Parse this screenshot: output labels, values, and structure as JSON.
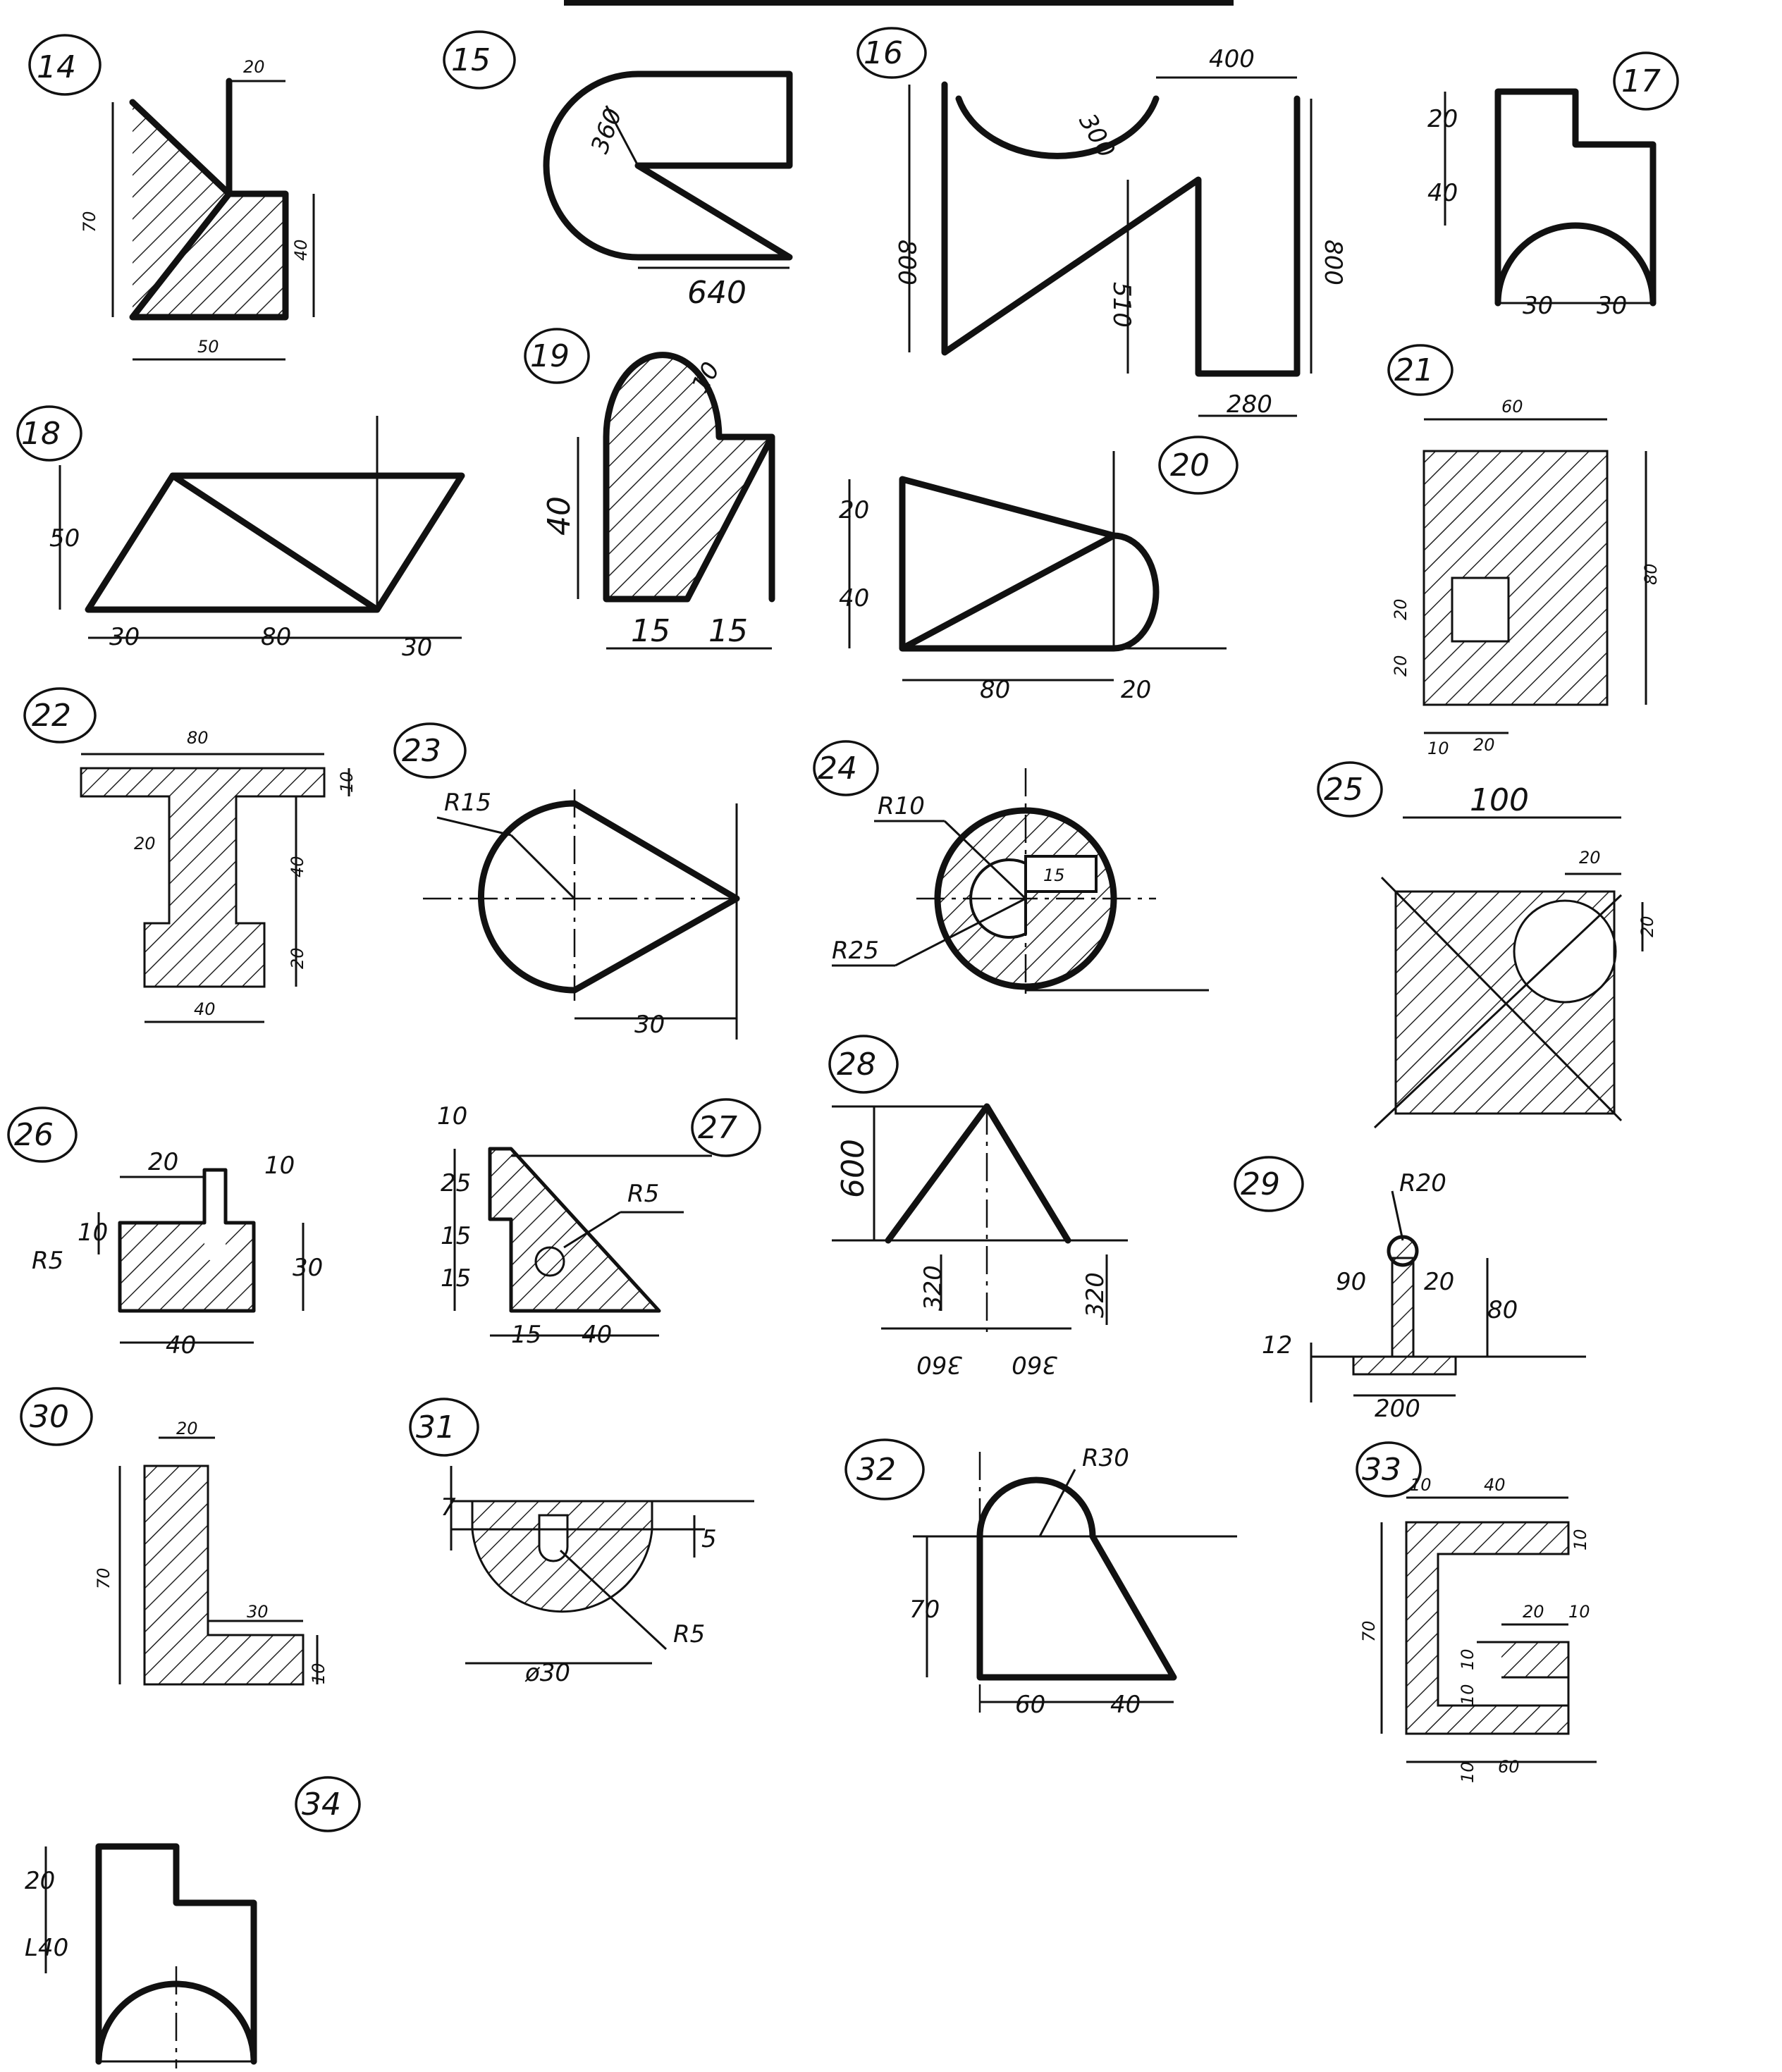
{
  "problems": [
    {
      "id": "14",
      "dims": [
        "20",
        "70",
        "40",
        "50"
      ]
    },
    {
      "id": "15",
      "dims": [
        "360",
        "640"
      ]
    },
    {
      "id": "16",
      "dims": [
        "400",
        "300",
        "800",
        "510",
        "800",
        "280"
      ]
    },
    {
      "id": "17",
      "dims": [
        "20",
        "40",
        "30",
        "30"
      ]
    },
    {
      "id": "18",
      "dims": [
        "50",
        "30",
        "80",
        "30"
      ]
    },
    {
      "id": "19",
      "dims": [
        "10",
        "40",
        "15",
        "15"
      ]
    },
    {
      "id": "20",
      "dims": [
        "20",
        "40",
        "80",
        "20"
      ]
    },
    {
      "id": "21",
      "dims": [
        "60",
        "80",
        "20",
        "20",
        "10",
        "20"
      ]
    },
    {
      "id": "22",
      "dims": [
        "80",
        "10",
        "20",
        "40",
        "20",
        "40"
      ]
    },
    {
      "id": "23",
      "dims": [
        "R15",
        "30"
      ]
    },
    {
      "id": "24",
      "dims": [
        "R10",
        "15",
        "R25"
      ]
    },
    {
      "id": "25",
      "dims": [
        "100",
        "20",
        "20"
      ]
    },
    {
      "id": "26",
      "dims": [
        "20",
        "10",
        "10",
        "R5",
        "30",
        "40"
      ]
    },
    {
      "id": "27",
      "dims": [
        "10",
        "25",
        "R5",
        "15",
        "15",
        "15",
        "40"
      ]
    },
    {
      "id": "28",
      "dims": [
        "600",
        "320",
        "320",
        "360",
        "360"
      ]
    },
    {
      "id": "29",
      "dims": [
        "R20",
        "90",
        "20",
        "80",
        "12",
        "200"
      ]
    },
    {
      "id": "30",
      "dims": [
        "20",
        "70",
        "30",
        "10"
      ]
    },
    {
      "id": "31",
      "dims": [
        "7",
        "5",
        "R5",
        "ø30"
      ]
    },
    {
      "id": "32",
      "dims": [
        "R30",
        "70",
        "60",
        "40"
      ]
    },
    {
      "id": "33",
      "dims": [
        "10",
        "40",
        "10",
        "70",
        "20",
        "10",
        "10",
        "10",
        "10",
        "60"
      ]
    },
    {
      "id": "34",
      "dims": [
        "20",
        "L40"
      ]
    }
  ]
}
